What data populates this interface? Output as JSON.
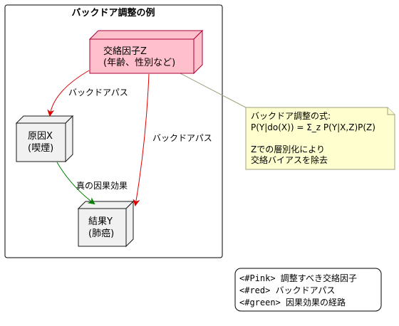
{
  "package": {
    "title": "バックドア調整の例"
  },
  "nodes": {
    "confounder": {
      "line1": "交絡因子Z",
      "line2": "(年齢、性別など)",
      "fill": "#ffc0cb"
    },
    "cause": {
      "line1": "原因X",
      "line2": "(喫煙)",
      "fill": "#f1f1f1"
    },
    "effect": {
      "line1": "結果Y",
      "line2": "(肺癌)",
      "fill": "#f1f1f1"
    }
  },
  "edges": {
    "z_to_x": {
      "label": "バックドアパス",
      "color": "#dd0000"
    },
    "z_to_y": {
      "label": "バックドアパス",
      "color": "#dd0000"
    },
    "x_to_y": {
      "label": "真の因果効果",
      "color": "#008000"
    }
  },
  "note": {
    "line1": "バックドア調整の式:",
    "line2": "P(Y|do(X)) = Σ_z P(Y|X,Z)P(Z)",
    "line3": "",
    "line4": "Zでの層別化により",
    "line5": "交絡バイアスを除去",
    "fill": "#fefece"
  },
  "legend": {
    "line1": "<#Pink> 調整すべき交絡因子",
    "line2": "<#red> バックドアパス",
    "line3": "<#green> 因果効果の経路"
  }
}
